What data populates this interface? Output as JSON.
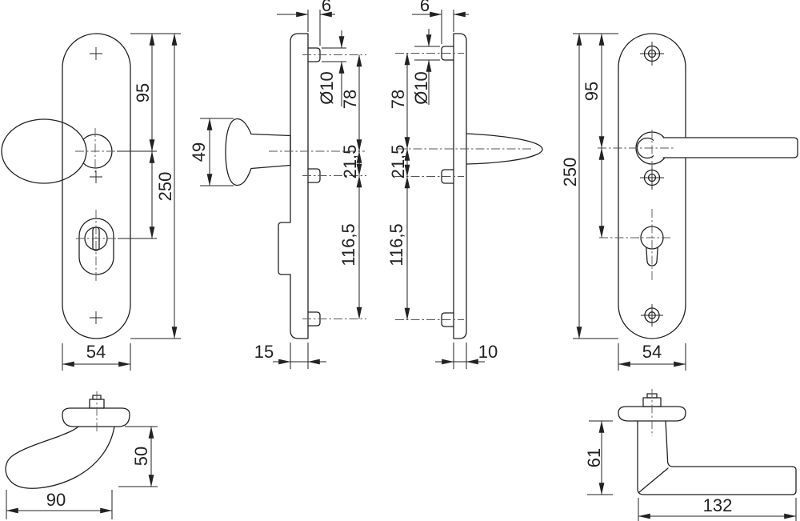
{
  "title": "Door security fitting dimensional drawing (knob/lever on long plates)",
  "colors": {
    "line": "#222222",
    "centerline": "#555555",
    "background": "#ffffff"
  },
  "views": {
    "exterior_front": {
      "d95": "95",
      "d250": "250",
      "d54": "54"
    },
    "exterior_side": {
      "d49": "49",
      "d6": "6",
      "d10dia": "Ø10",
      "d78": "78",
      "d21_5": "21,5",
      "d116_5": "116,5",
      "d15": "15"
    },
    "interior_side": {
      "d6": "6",
      "d10dia": "Ø10",
      "d78": "78",
      "d21_5": "21,5",
      "d116_5": "116,5",
      "d10": "10"
    },
    "interior_front": {
      "d95": "95",
      "d250": "250",
      "d54": "54"
    },
    "knob_top": {
      "d90": "90",
      "d50": "50"
    },
    "lever_top": {
      "d132": "132",
      "d61": "61"
    }
  }
}
